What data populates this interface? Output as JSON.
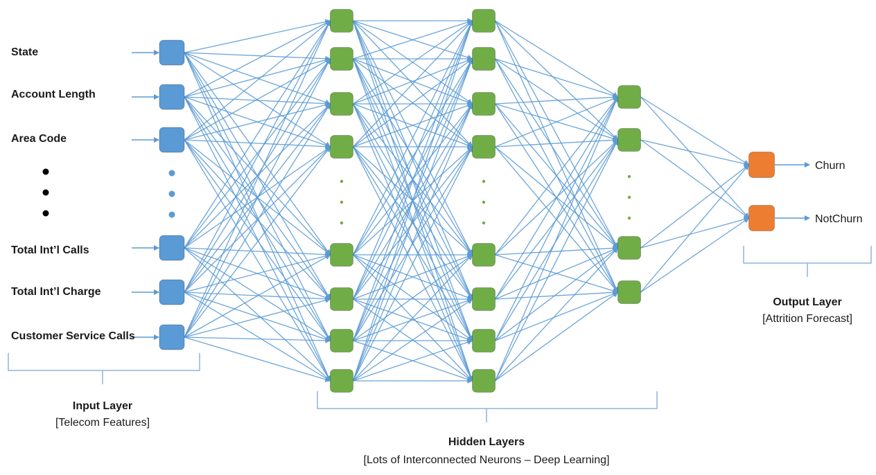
{
  "colors": {
    "input": "#5b9bd5",
    "hidden": "#70ad47",
    "output": "#ed7d31",
    "edge": "#5b9bd5",
    "brace": "#8fb4dc"
  },
  "input_features": [
    "State",
    "Account Length",
    "Area Code",
    "Total Int’l Calls",
    "Total Int’l Charge",
    "Customer Service Calls"
  ],
  "outputs": [
    "Churn",
    "NotChurn"
  ],
  "input_caption": {
    "title": "Input Layer",
    "subtitle": "[Telecom Features]"
  },
  "hidden_caption": {
    "title": "Hidden Layers",
    "subtitle": "[Lots of Interconnected Neurons – Deep Learning]"
  },
  "output_caption": {
    "title": "Output Layer",
    "subtitle": "[Attrition Forecast]"
  },
  "layers": [
    {
      "name": "input",
      "nodes_shown": 6
    },
    {
      "name": "hidden1",
      "nodes_shown": 8
    },
    {
      "name": "hidden2",
      "nodes_shown": 8
    },
    {
      "name": "hidden3",
      "nodes_shown": 4
    },
    {
      "name": "output",
      "nodes_shown": 2
    }
  ]
}
